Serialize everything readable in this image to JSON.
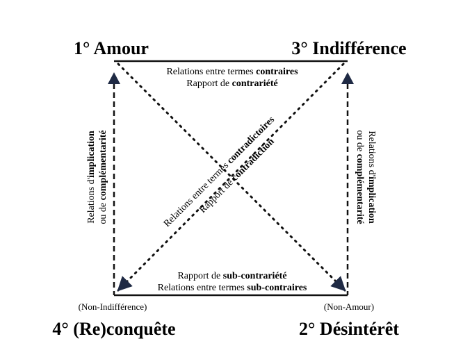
{
  "corners": {
    "top_left": "1° Amour",
    "top_right": "3° Indifférence",
    "bottom_left": "4° (Re)conquête",
    "bottom_right": "2° Désintérêt"
  },
  "sublabels": {
    "bottom_left": "(Non-Indifférence)",
    "bottom_right": "(Non-Amour)"
  },
  "top_relation": {
    "line1_prefix": "Relations entre termes ",
    "line1_bold": "contraires",
    "line2_prefix": "Rapport de ",
    "line2_bold": "contrariété"
  },
  "bottom_relation": {
    "line1_prefix": "Rapport de ",
    "line1_bold": "sub-contrariété",
    "line2_prefix": "Relations entre termes ",
    "line2_bold": "sub-contraires"
  },
  "left_relation": {
    "line1_prefix": "Relations d'",
    "line1_bold": "implication",
    "line2_prefix": "ou de ",
    "line2_bold": "complémentarité"
  },
  "right_relation": {
    "line1_prefix": "Relations d'",
    "line1_bold": "implication",
    "line2_prefix": "ou de ",
    "line2_bold": "complémentarité"
  },
  "diagonal_relation": {
    "line1_prefix": "Relations entre termes ",
    "line1_bold": "contradictoires",
    "line2_prefix": "Rapport de ",
    "line2_bold": "contradiction"
  },
  "colors": {
    "line": "#111111",
    "arrow": "#1f2a44"
  }
}
